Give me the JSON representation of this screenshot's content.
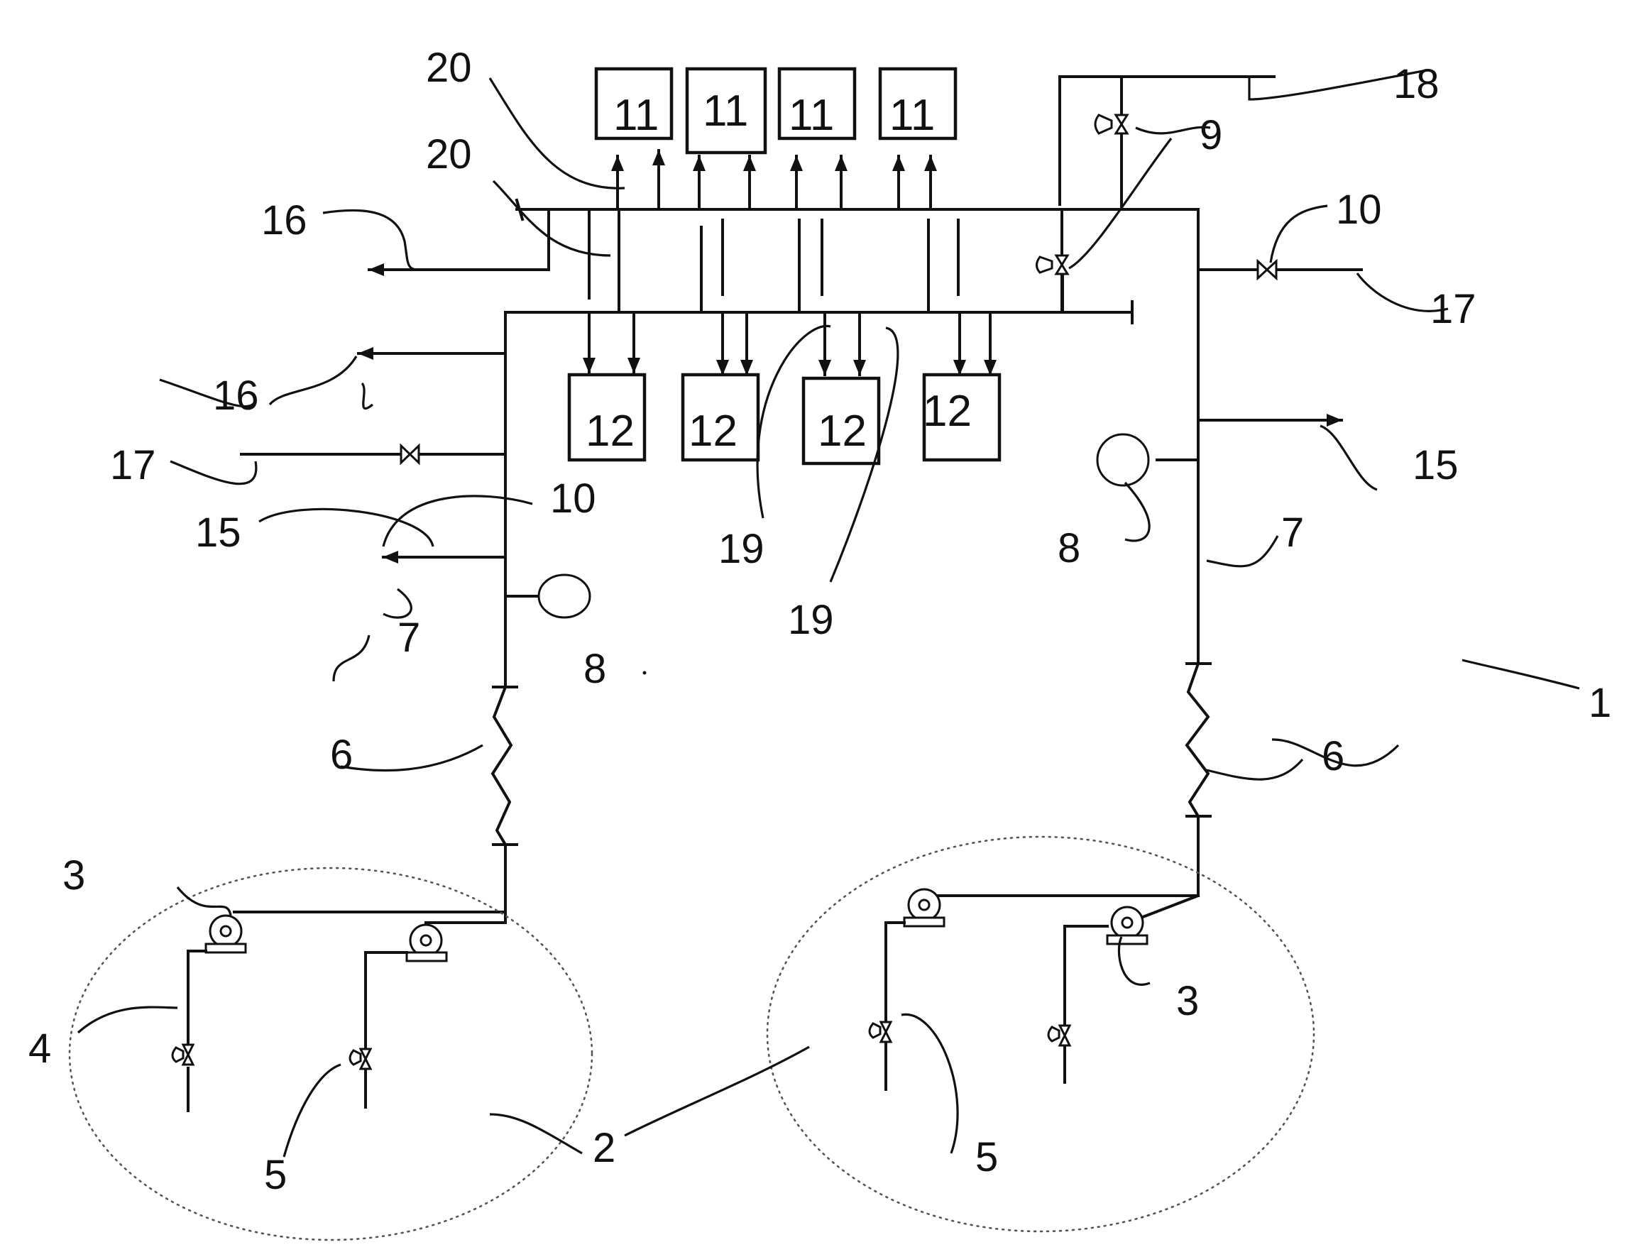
{
  "figure": {
    "labels": {
      "l1": "1",
      "l2": "2",
      "l3a": "3",
      "l3b": "3",
      "l4": "4",
      "l5a": "5",
      "l5b": "5",
      "l6a": "6",
      "l6b": "6",
      "l7a": "7",
      "l7b": "7",
      "l8a": "8",
      "l8b": "8",
      "l9": "9",
      "l10a": "10",
      "l10b": "10",
      "l15a": "15",
      "l15b": "15",
      "l16a": "16",
      "l16b": "16",
      "l17a": "17",
      "l17b": "17",
      "l18": "18",
      "l19a": "19",
      "l19b": "19",
      "l20a": "20",
      "l20b": "20"
    },
    "boxes": {
      "top_units": [
        "11",
        "11",
        "11",
        "11"
      ],
      "bottom_units": [
        "12",
        "12",
        "12",
        "12"
      ]
    }
  }
}
